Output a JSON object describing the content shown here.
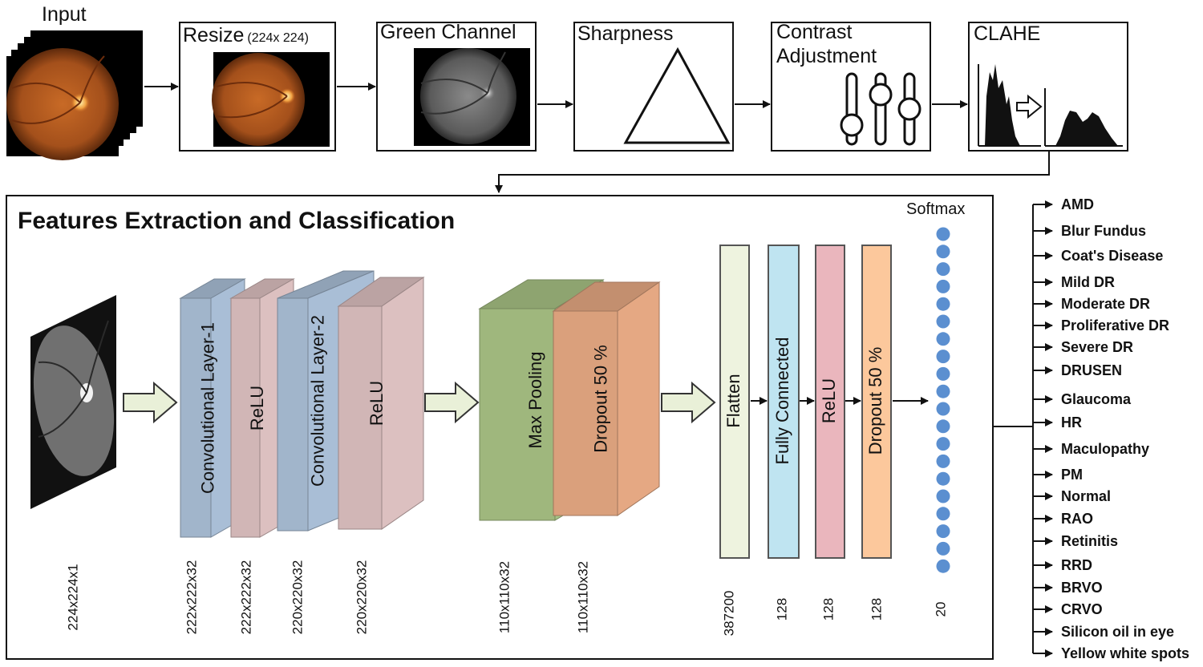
{
  "colors": {
    "conv": "#a9bed6",
    "relu_block": "#dcc0c0",
    "maxpool": "#a7c184",
    "dropout_block": "#e5a883",
    "flatten": "#eef3df",
    "fc": "#bfe4f1",
    "relu_bar": "#eab6bd",
    "dropout_bar": "#fcc89c",
    "softmax": "#5b8fd0",
    "fundus": "#b25a1f"
  },
  "preprocessing": {
    "input": "Input",
    "resize": "Resize",
    "resize_size": "(224x 224)",
    "green": "Green Channel",
    "sharpness": "Sharpness",
    "contrast_line1": "Contrast",
    "contrast_line2": "Adjustment",
    "clahe": "CLAHE"
  },
  "network": {
    "title": "Features Extraction and Classification",
    "softmax": "Softmax",
    "blocks": {
      "conv1": "Convolutional Layer-1",
      "relu1": "ReLU",
      "conv2": "Convolutional Layer-2",
      "relu2": "ReLU",
      "maxpool": "Max Pooling",
      "dropout": "Dropout 50 %"
    },
    "bars": {
      "flatten": "Flatten",
      "fc": "Fully Connected",
      "relu": "ReLU",
      "dropout": "Dropout 50 %"
    },
    "dims": {
      "input": "224x224x1",
      "conv1": "222x222x32",
      "relu1": "222x222x32",
      "conv2": "220x220x32",
      "relu2": "220x220x32",
      "maxpool": "110x110x32",
      "dropout": "110x110x32",
      "flatten": "387200",
      "fc": "128",
      "relu": "128",
      "dropout_bar": "128",
      "softmax": "20"
    }
  },
  "outputs": [
    "AMD",
    "Blur Fundus",
    "Coat's Disease",
    "Mild DR",
    "Moderate DR",
    "Proliferative DR",
    "Severe DR",
    "DRUSEN",
    "Glaucoma",
    "HR",
    "Maculopathy",
    "PM",
    "Normal",
    "RAO",
    "Retinitis",
    "RRD",
    "BRVO",
    "CRVO",
    "Silicon oil in eye",
    "Yellow white spots"
  ]
}
